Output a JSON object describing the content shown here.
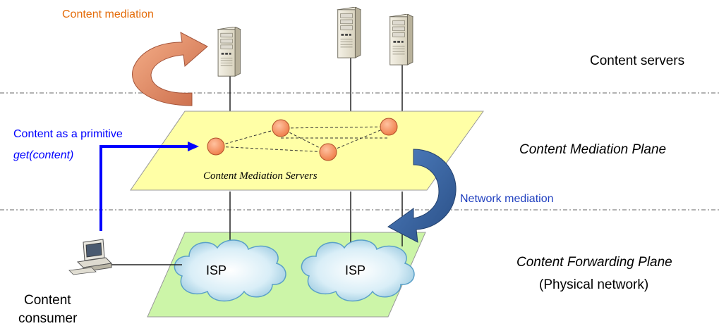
{
  "labels": {
    "content_mediation": "Content mediation",
    "content_servers": "Content servers",
    "content_as_primitive": "Content as a primitive",
    "get_content": "get(content)",
    "content_mediation_plane": "Content Mediation Plane",
    "content_mediation_servers": "Content Mediation Servers",
    "network_mediation": "Network mediation",
    "isp_left": "ISP",
    "isp_right": "ISP",
    "content_forwarding_plane": "Content Forwarding Plane",
    "physical_network": "(Physical network)",
    "consumer_line1": "Content",
    "consumer_line2": "consumer"
  },
  "colors": {
    "content_mediation_text": "#e46c0a",
    "content_mediation_arrow": "#e8906a",
    "primitive_text": "#0000ff",
    "primitive_arrow": "#0000ff",
    "network_mediation_text": "#1f3fbf",
    "network_mediation_arrow": "#3a66a8",
    "mediation_plane_fill": "#ffffa6",
    "forwarding_plane_fill": "#ccf5a8",
    "mediation_node_fill": "#f58a5a",
    "isp_cloud_fill": "#c8e6f2"
  },
  "icons": {
    "servers": "server-tower-icon",
    "consumer": "desktop-computer-icon",
    "isp": "cloud-icon"
  }
}
